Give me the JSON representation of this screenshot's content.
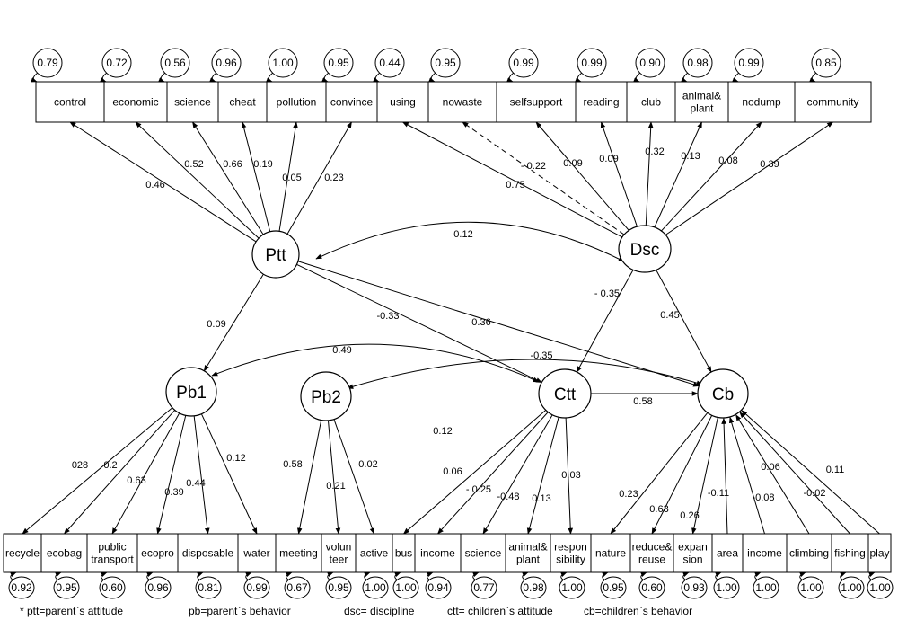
{
  "latents": [
    {
      "id": "ptt",
      "label": "Ptt"
    },
    {
      "id": "dsc",
      "label": "Dsc"
    },
    {
      "id": "pb1",
      "label": "Pb1"
    },
    {
      "id": "pb2",
      "label": "Pb2"
    },
    {
      "id": "ctt",
      "label": "Ctt"
    },
    {
      "id": "cb",
      "label": "Cb"
    }
  ],
  "top_indicators": [
    {
      "label": "control",
      "error": "0.79"
    },
    {
      "label": "economic",
      "error": "0.72"
    },
    {
      "label": "science",
      "error": "0.56"
    },
    {
      "label": "cheat",
      "error": "0.96"
    },
    {
      "label": "pollution",
      "error": "1.00"
    },
    {
      "label": "convince",
      "error": "0.95"
    },
    {
      "label": "using",
      "error": "0.44"
    },
    {
      "label": "nowaste",
      "error": "0.95"
    },
    {
      "label": "selfsupport",
      "error": "0.99"
    },
    {
      "label": "reading",
      "error": "0.99"
    },
    {
      "label": "club",
      "error": "0.90"
    },
    {
      "label": [
        "animal&",
        "plant"
      ],
      "error": "0.98"
    },
    {
      "label": "nodump",
      "error": "0.99"
    },
    {
      "label": "community",
      "error": "0.85"
    }
  ],
  "bottom_indicators": [
    {
      "label": "recycle",
      "error": "0.92"
    },
    {
      "label": "ecobag",
      "error": "0.95"
    },
    {
      "label": [
        "public",
        "transport"
      ],
      "error": "0.60"
    },
    {
      "label": "ecopro",
      "error": "0.96"
    },
    {
      "label": "disposable",
      "error": "0.81"
    },
    {
      "label": "water",
      "error": "0.99"
    },
    {
      "label": "meeting",
      "error": "0.67"
    },
    {
      "label": [
        "volun",
        "teer"
      ],
      "error": "0.95"
    },
    {
      "label": "active",
      "error": "1.00"
    },
    {
      "label": "bus",
      "error": "1.00"
    },
    {
      "label": "income",
      "error": "0.94"
    },
    {
      "label": "science",
      "error": "0.77"
    },
    {
      "label": [
        "animal&",
        "plant"
      ],
      "error": "0.98"
    },
    {
      "label": [
        "respon",
        "sibility"
      ],
      "error": "1.00"
    },
    {
      "label": "nature",
      "error": "0.95"
    },
    {
      "label": [
        "reduce&",
        "reuse"
      ],
      "error": "0.60"
    },
    {
      "label": [
        "expan",
        "sion"
      ],
      "error": "0.93"
    },
    {
      "label": "area",
      "error": "1.00"
    },
    {
      "label": "income",
      "error": "1.00"
    },
    {
      "label": "climbing",
      "error": "1.00"
    },
    {
      "label": "fishing",
      "error": "1.00"
    },
    {
      "label": "play",
      "error": "1.00"
    }
  ],
  "loadings": [
    {
      "latent": "ptt",
      "row": "top",
      "index": 0,
      "value": "0.46"
    },
    {
      "latent": "ptt",
      "row": "top",
      "index": 1,
      "value": "0.52"
    },
    {
      "latent": "ptt",
      "row": "top",
      "index": 2,
      "value": "0.66"
    },
    {
      "latent": "ptt",
      "row": "top",
      "index": 3,
      "value": "0.19"
    },
    {
      "latent": "ptt",
      "row": "top",
      "index": 4,
      "value": "0.05"
    },
    {
      "latent": "ptt",
      "row": "top",
      "index": 5,
      "value": "0.23"
    },
    {
      "latent": "dsc",
      "row": "top",
      "index": 6,
      "value": "0.75"
    },
    {
      "latent": "dsc",
      "row": "top",
      "index": 7,
      "value": "- 0.22",
      "dashed": true
    },
    {
      "latent": "dsc",
      "row": "top",
      "index": 8,
      "value": "0.09"
    },
    {
      "latent": "dsc",
      "row": "top",
      "index": 9,
      "value": "0.09"
    },
    {
      "latent": "dsc",
      "row": "top",
      "index": 10,
      "value": "0.32"
    },
    {
      "latent": "dsc",
      "row": "top",
      "index": 11,
      "value": "0.13"
    },
    {
      "latent": "dsc",
      "row": "top",
      "index": 12,
      "value": "0.08"
    },
    {
      "latent": "dsc",
      "row": "top",
      "index": 13,
      "value": "0.39"
    },
    {
      "latent": "pb1",
      "row": "bottom",
      "index": 0,
      "value": "028"
    },
    {
      "latent": "pb1",
      "row": "bottom",
      "index": 1,
      "value": "0.2"
    },
    {
      "latent": "pb1",
      "row": "bottom",
      "index": 2,
      "value": "0.63"
    },
    {
      "latent": "pb1",
      "row": "bottom",
      "index": 3,
      "value": "0.39"
    },
    {
      "latent": "pb1",
      "row": "bottom",
      "index": 4,
      "value": "0.44"
    },
    {
      "latent": "pb1",
      "row": "bottom",
      "index": 5,
      "value": "0.12"
    },
    {
      "latent": "pb2",
      "row": "bottom",
      "index": 6,
      "value": "0.58"
    },
    {
      "latent": "pb2",
      "row": "bottom",
      "index": 7,
      "value": "0.21"
    },
    {
      "latent": "pb2",
      "row": "bottom",
      "index": 8,
      "value": "0.02"
    },
    {
      "latent": "ctt",
      "row": "bottom",
      "index": 9,
      "value": "0.06"
    },
    {
      "latent": "ctt",
      "row": "bottom",
      "index": 10,
      "value": "- 0.25"
    },
    {
      "latent": "ctt",
      "row": "bottom",
      "index": 11,
      "value": "-0.48"
    },
    {
      "latent": "ctt",
      "row": "bottom",
      "index": 12,
      "value": "0.13"
    },
    {
      "latent": "ctt",
      "row": "bottom",
      "index": 13,
      "value": "0.03"
    },
    {
      "latent": "cb",
      "row": "bottom",
      "index": 14,
      "value": "0.23"
    },
    {
      "latent": "cb",
      "row": "bottom",
      "index": 15,
      "value": "0.63"
    },
    {
      "latent": "cb",
      "row": "bottom",
      "index": 16,
      "value": "0.26"
    },
    {
      "latent": "cb",
      "row": "bottom",
      "index": 17,
      "value": "-0.11",
      "reverse": true
    },
    {
      "latent": "cb",
      "row": "bottom",
      "index": 18,
      "value": "-0.08",
      "reverse": true
    },
    {
      "latent": "cb",
      "row": "bottom",
      "index": 19,
      "value": "0.06",
      "reverse": true
    },
    {
      "latent": "cb",
      "row": "bottom",
      "index": 20,
      "value": "-0.02",
      "reverse": true
    },
    {
      "latent": "cb",
      "row": "bottom",
      "index": 21,
      "value": "0.11",
      "reverse": true
    }
  ],
  "structural_paths": [
    {
      "from": "ptt",
      "to": "pb1",
      "value": "0.09"
    },
    {
      "from": "ptt",
      "to": "ctt",
      "value": "-0.33"
    },
    {
      "from": "ptt",
      "to": "cb",
      "value": "0.36"
    },
    {
      "from": "dsc",
      "to": "ctt",
      "value": "- 0.35"
    },
    {
      "from": "dsc",
      "to": "cb",
      "value": "0.45"
    },
    {
      "from": "ctt",
      "to": "cb",
      "value": "0.58"
    }
  ],
  "covariances": [
    {
      "a": "ptt",
      "b": "dsc",
      "value": "0.12"
    },
    {
      "a": "pb1",
      "b": "ctt",
      "value": "0.49"
    },
    {
      "a": "pb2",
      "b": "cb",
      "value": "-0.35"
    },
    {
      "a": "pb2",
      "b": "ctt",
      "value": "0.12"
    }
  ],
  "footnote": {
    "ptt": "* ptt=parent`s attitude",
    "pb": "pb=parent`s behavior",
    "dsc": "dsc= discipline",
    "ctt": "ctt= children`s attitude",
    "cb": "cb=children`s behavior"
  }
}
